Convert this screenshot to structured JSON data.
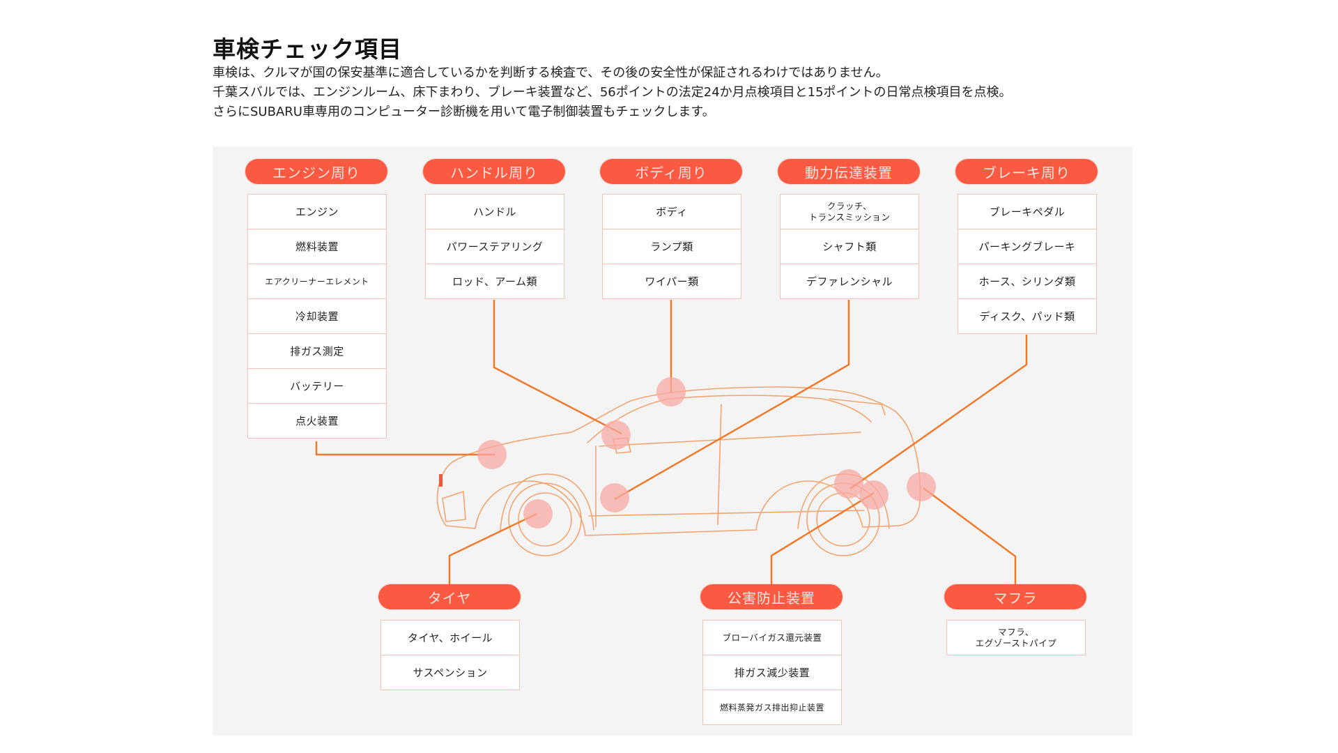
{
  "header": {
    "title": "車検チェック項目",
    "lines": [
      "車検は、クルマが国の保安基準に適合しているかを判断する検査で、その後の安全性が保証されるわけではありません。",
      "千葉スバルでは、エンジンルーム、床下まわり、ブレーキ装置など、56ポイントの法定24か月点検項目と15ポイントの日常点検項目を点検。",
      "さらにSUBARU車専用のコンピューター診断機を用いて電子制御装置もチェックします。"
    ]
  },
  "colors": {
    "accent": "#fa5a41",
    "line": "#f07a2a",
    "marker": "#f9a9a4",
    "panel_bg": "#f4f4f4"
  },
  "top_categories": [
    {
      "label": "エンジン周り",
      "items": [
        "エンジン",
        "燃料装置",
        "エアクリーナーエレメント",
        "冷却装置",
        "排ガス測定",
        "バッテリー",
        "点火装置"
      ]
    },
    {
      "label": "ハンドル周り",
      "items": [
        "ハンドル",
        "パワーステアリング",
        "ロッド、アーム類"
      ]
    },
    {
      "label": "ボディ周り",
      "items": [
        "ボディ",
        "ランプ類",
        "ワイパー類"
      ]
    },
    {
      "label": "動力伝達装置",
      "items": [
        "クラッチ、\nトランスミッション",
        "シャフト類",
        "デファレンシャル"
      ]
    },
    {
      "label": "ブレーキ周り",
      "items": [
        "ブレーキペダル",
        "パーキングブレーキ",
        "ホース、シリンダ類",
        "ディスク、パッド類"
      ]
    }
  ],
  "bottom_categories": [
    {
      "label": "タイヤ",
      "items": [
        "タイヤ、ホイール",
        "サスペンション"
      ]
    },
    {
      "label": "公害防止装置",
      "items": [
        "ブローバイガス還元装置",
        "排ガス減少装置",
        "燃料蒸発ガス排出抑止装置"
      ]
    },
    {
      "label": "マフラ",
      "items": [
        "マフラ、\nエグゾーストパイプ"
      ]
    }
  ]
}
